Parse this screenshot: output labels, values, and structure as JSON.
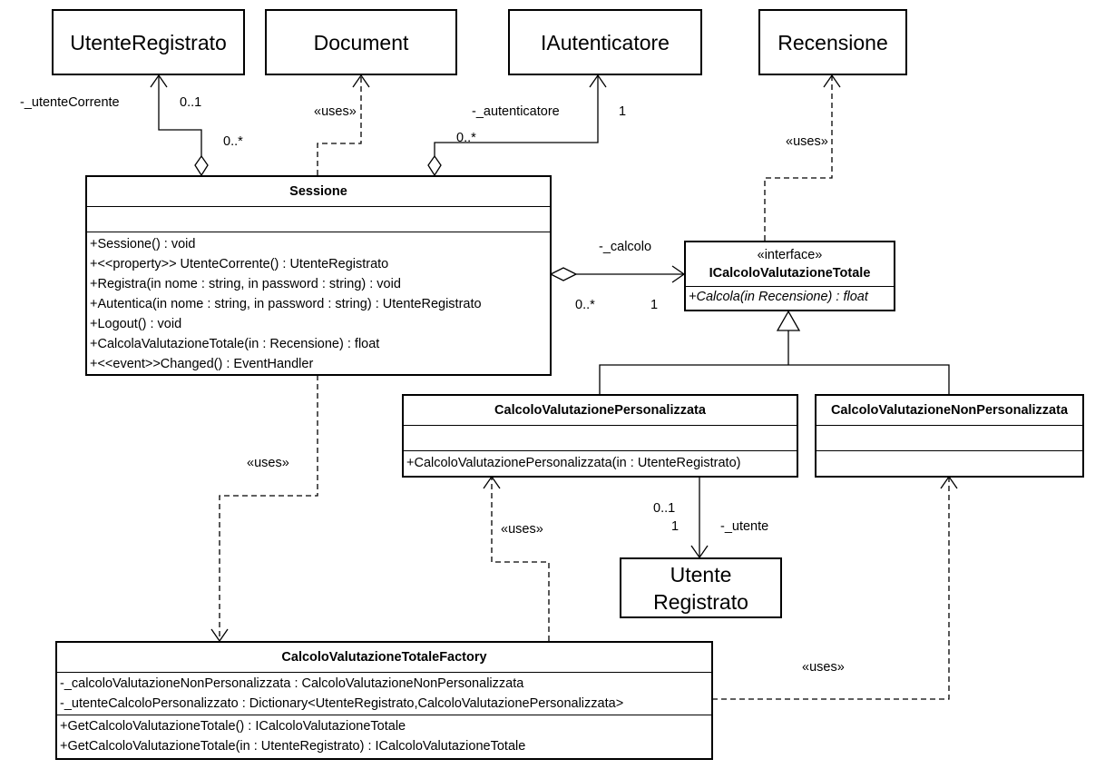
{
  "simple_classes": {
    "utente_registrato_top": "UtenteRegistrato",
    "document": "Document",
    "iautenticatore": "IAutenticatore",
    "recensione": "Recensione",
    "utente_registrato_bottom_line1": "Utente",
    "utente_registrato_bottom_line2": "Registrato"
  },
  "sessione": {
    "name": "Sessione",
    "operations": [
      "+Sessione() : void",
      "+<<property>> UtenteCorrente() : UtenteRegistrato",
      "+Registra(in nome : string, in password : string) : void",
      "+Autentica(in nome : string, in password : string) : UtenteRegistrato",
      "+Logout() : void",
      "+CalcolaValutazioneTotale(in  : Recensione) : float",
      "+<<event>>Changed() : EventHandler"
    ]
  },
  "icalcolo": {
    "stereotype": "«interface»",
    "name": "ICalcoloValutazioneTotale",
    "operations": [
      "+Calcola(in Recensione) : float"
    ]
  },
  "personalizzata": {
    "name": "CalcoloValutazionePersonalizzata",
    "operations": [
      "+CalcoloValutazionePersonalizzata(in  : UtenteRegistrato)"
    ]
  },
  "non_personalizzata": {
    "name": "CalcoloValutazioneNonPersonalizzata"
  },
  "factory": {
    "name": "CalcoloValutazioneTotaleFactory",
    "attributes": [
      "-_calcoloValutazioneNonPersonalizzata : CalcoloValutazioneNonPersonalizzata",
      "-_utenteCalcoloPersonalizzato : Dictionary<UtenteRegistrato,CalcoloValutazionePersonalizzata>"
    ],
    "operations": [
      "+GetCalcoloValutazioneTotale() : ICalcoloValutazioneTotale",
      "+GetCalcoloValutazioneTotale(in  : UtenteRegistrato) : ICalcoloValutazioneTotale"
    ]
  },
  "labels": {
    "utente_corrente_role": "-_utenteCorrente",
    "utente_corrente_mult_target": "0..1",
    "utente_corrente_mult_source": "0..*",
    "uses_document": "«uses»",
    "autenticatore_role": "-_autenticatore",
    "autenticatore_mult_target": "1",
    "autenticatore_mult_source": "0..*",
    "uses_recensione": "«uses»",
    "calcolo_role": "-_calcolo",
    "calcolo_mult_source": "0..*",
    "calcolo_mult_target": "1",
    "uses_factory": "«uses»",
    "uses_personalizzata": "«uses»",
    "uses_non_personalizzata": "«uses»",
    "utente_mult_source": "0..1",
    "utente_mult_target": "1",
    "utente_role": "-_utente"
  }
}
